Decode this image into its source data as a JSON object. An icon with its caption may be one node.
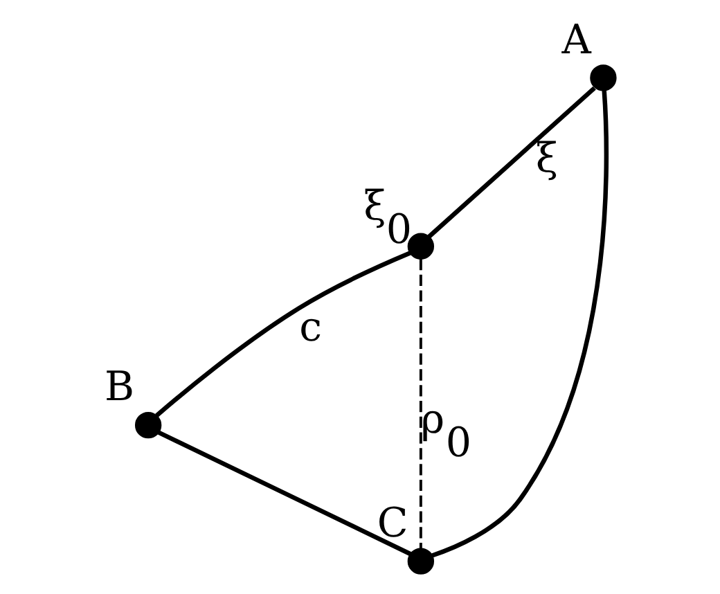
{
  "diagram": {
    "nodes": [
      {
        "text": [],
        "shape": "circle",
        "beside": [
          "A"
        ]
      },
      {
        "text": [],
        "shape": "circle",
        "beside": [
          "ξ$_{0}$"
        ]
      },
      {
        "text": [],
        "shape": "circle",
        "beside": [
          "B"
        ]
      },
      {
        "text": [],
        "shape": "circle",
        "beside": [
          "C"
        ]
      }
    ],
    "edges": [
      {
        "from": 0,
        "to": 1,
        "arrow": "none",
        "label": "ξ"
      },
      {
        "from": 1,
        "to": 2,
        "arrow": "none",
        "label": "c"
      },
      {
        "from": 2,
        "to": 3,
        "arrow": "none"
      },
      {
        "from": 3,
        "to": 0,
        "arrow": "none"
      },
      {
        "from": 1,
        "to": 3,
        "arrow": "none",
        "style": "dashed",
        "label": "ρ$_{0}$"
      }
    ]
  }
}
